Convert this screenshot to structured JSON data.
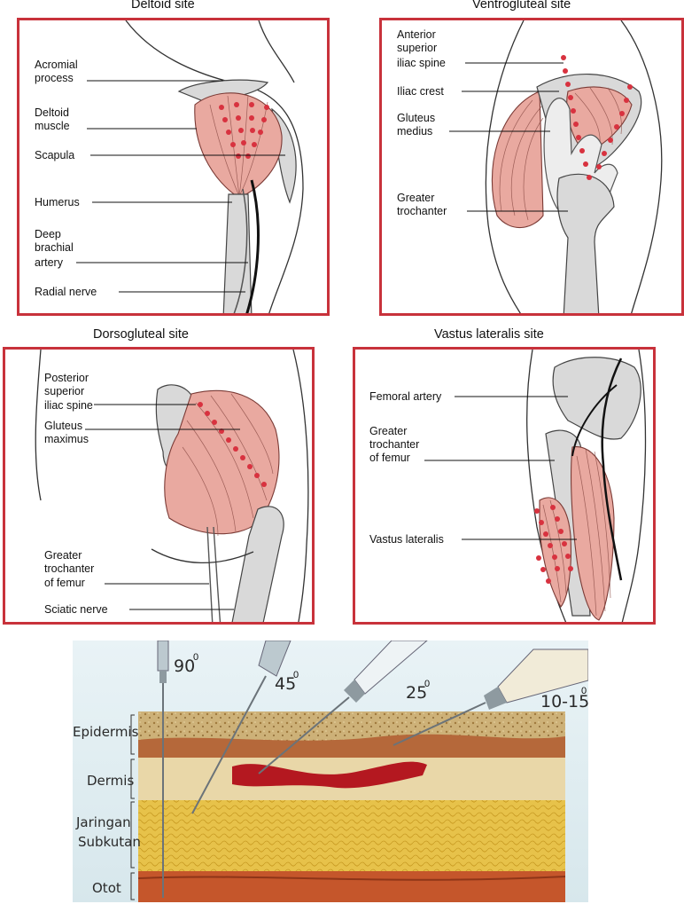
{
  "panels": {
    "deltoid": {
      "title": "Deltoid site",
      "labels": [
        "Acromial",
        "process",
        "Deltoid",
        "muscle",
        "Scapula",
        "Humerus",
        "Deep",
        "brachial",
        "artery",
        "Radial nerve"
      ]
    },
    "ventrogluteal": {
      "title": "Ventrogluteal site",
      "labels": [
        "Anterior",
        "superior",
        "iliac spine",
        "Iliac crest",
        "Gluteus",
        "medius",
        "Greater",
        "trochanter"
      ]
    },
    "dorsogluteal": {
      "title": "Dorsogluteal site",
      "labels": [
        "Posterior",
        "superior",
        "iliac spine",
        "Gluteus",
        "maximus",
        "Greater",
        "trochanter",
        "of femur",
        "Sciatic nerve"
      ]
    },
    "vastus": {
      "title": "Vastus lateralis site",
      "labels": [
        "Femoral artery",
        "Greater",
        "trochanter",
        "of femur",
        "Vastus lateralis"
      ]
    }
  },
  "skin_diagram": {
    "angles": {
      "a90": "90",
      "a45": "45",
      "a25": "25",
      "a10": "10-15",
      "degree": "0"
    },
    "layers": [
      "Epidermis",
      "Dermis",
      "Jaringan",
      "Subkutan",
      "Otot"
    ]
  },
  "colors": {
    "frame": "#c8323b",
    "injection_dot": "#d8323f",
    "muscle": "#e9a9a0",
    "bone": "#d9d9d9"
  }
}
